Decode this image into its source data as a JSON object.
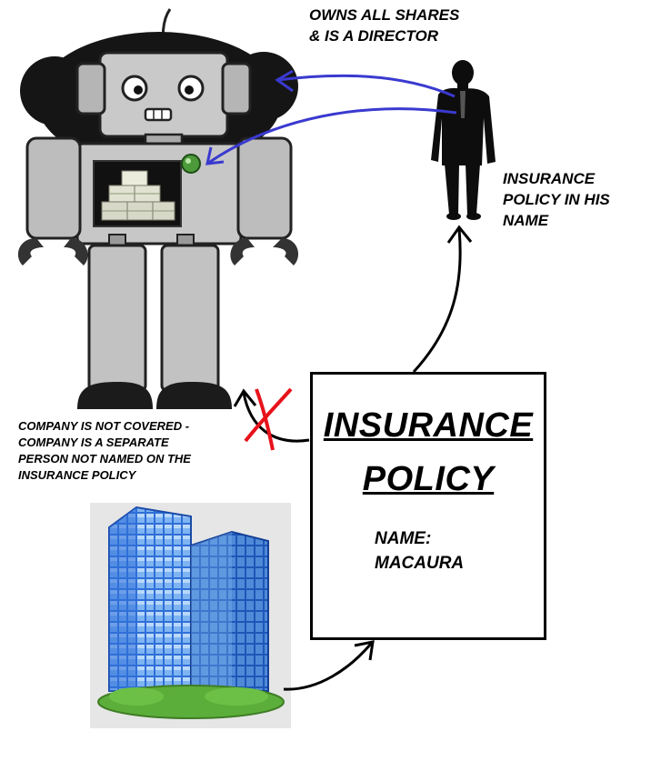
{
  "labels": {
    "owns": "OWNS ALL SHARES\n& IS A DIRECTOR",
    "policy_in_his_name": "INSURANCE\nPOLICY IN HIS\nNAME",
    "company_not_covered": "COMPANY IS NOT COVERED -\nCOMPANY IS A SEPARATE\nPERSON NOT NAMED ON THE\nINSURANCE POLICY"
  },
  "policy": {
    "title_line1": "INSURANCE",
    "title_line2": "POLICY",
    "name_label": "NAME:",
    "name_value": "MACAURA"
  },
  "icons": {
    "robot": "robot-company-icon",
    "businessman": "businessman-icon",
    "buildings": "office-buildings-icon",
    "cross": "red-x-icon"
  },
  "colors": {
    "ownership_arrow": "#3a3ad0",
    "flow_arrow": "#000000",
    "cross": "#e8121b",
    "robot_body": "#c7c7c7",
    "robot_dark": "#1a1a1a",
    "building_blue": "#2f6fd8",
    "grass": "#5cae3a"
  }
}
